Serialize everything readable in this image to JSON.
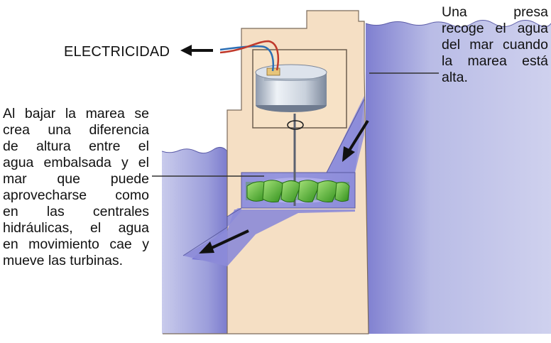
{
  "labels": {
    "electricity": "ELECTRICIDAD",
    "dam_note_lines": [
      "Una presa",
      "recoge el agua",
      "del mar cuando",
      "la marea está",
      "alta."
    ],
    "turbine_note_lines": [
      "Al bajar la marea se",
      "crea una diferencia",
      "de altura entre el",
      "agua embalsada y el",
      "mar que puede",
      "aprovecharse como",
      "en las centrales",
      "hidráulicas, el agua",
      "en movimiento cae y",
      "mueve las turbinas."
    ]
  },
  "colors": {
    "concrete": "#f5dfc4",
    "water": "#8f8fd6",
    "water_light": "#c5c8e8",
    "turbine": "#58c22b",
    "arrow": "#111111",
    "wire_red": "#c0392b",
    "wire_blue": "#2c6fb5"
  },
  "icons": [
    "arrow-left-icon",
    "arrow-down-left-icon",
    "generator-icon",
    "turbine-icon"
  ]
}
